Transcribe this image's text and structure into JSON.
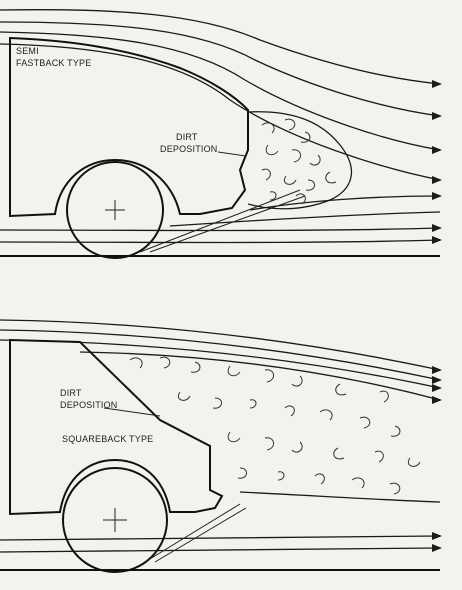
{
  "diagrams": [
    {
      "title_line1": "SEMI",
      "title_line2": "FASTBACK TYPE",
      "callout_line1": "DIRT",
      "callout_line2": "DEPOSITION"
    },
    {
      "title": "SQUAREBACK TYPE",
      "callout_line1": "DIRT",
      "callout_line2": "DEPOSITION"
    }
  ],
  "colors": {
    "ink": "#1a1a1a",
    "paper": "#f4f2ec"
  }
}
